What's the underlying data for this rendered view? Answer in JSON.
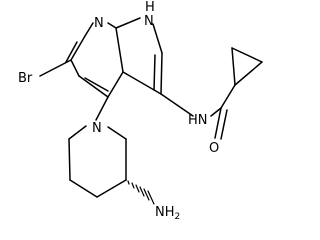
{
  "molecule": {
    "atoms": {
      "pyridine_n": "N",
      "pyrrole_nh": "N",
      "pyrrole_h": "H",
      "bromine": "Br",
      "piperidine_n": "N",
      "amide_nh": "HN",
      "carbonyl_o": "O",
      "amine": "NH",
      "amine_subscript": "2"
    },
    "colors": {
      "bond": "#000000",
      "text": "#000000",
      "background": "#ffffff"
    }
  }
}
